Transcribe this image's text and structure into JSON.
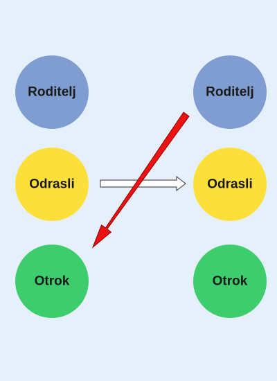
{
  "diagram": {
    "left_column": {
      "parent": "Roditelj",
      "adult": "Odrasli",
      "child": "Otrok"
    },
    "right_column": {
      "parent": "Roditelj",
      "adult": "Odrasli",
      "child": "Otrok"
    },
    "colors": {
      "background": "#e6f0fb",
      "parent": "#7f9dd1",
      "adult": "#fddf3a",
      "child": "#3ecd6c",
      "transaction_arrow_red": "#ee1111",
      "transaction_arrow_white": "#ffffff"
    }
  }
}
